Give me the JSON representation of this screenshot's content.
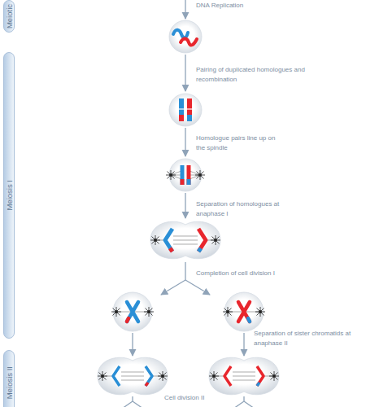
{
  "diagram": {
    "nodes": [
      {
        "text": [
          "Meiotic"
        ]
      },
      {
        "text": [
          "Meiosis I"
        ]
      },
      {
        "text": [
          "Meiosis II"
        ]
      }
    ],
    "labels": [
      "DNA Replication",
      "Pairing of duplicated homologues and recombination",
      "Homologue pairs line up on the spindle",
      "Separation of homologues at anaphase I",
      "Completion of cell division I",
      "Separation of sister chromatids at anaphase II",
      "Cell division II"
    ]
  }
}
